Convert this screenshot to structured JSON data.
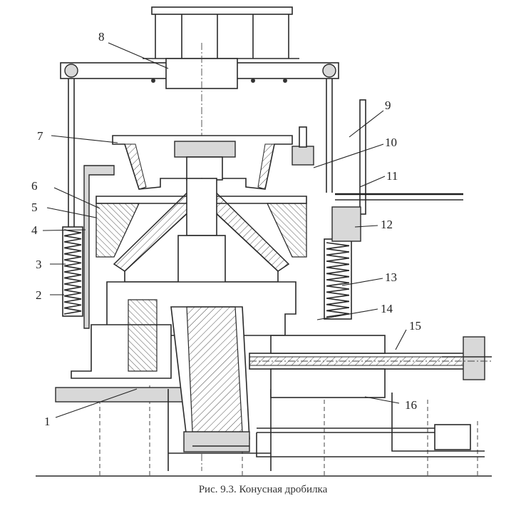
{
  "figure": {
    "caption": "Рис. 9.3. Конусная дробилка",
    "callouts": [
      {
        "id": "1",
        "label": "1"
      },
      {
        "id": "2",
        "label": "2"
      },
      {
        "id": "3",
        "label": "3"
      },
      {
        "id": "4",
        "label": "4"
      },
      {
        "id": "5",
        "label": "5"
      },
      {
        "id": "6",
        "label": "6"
      },
      {
        "id": "7",
        "label": "7"
      },
      {
        "id": "8",
        "label": "8"
      },
      {
        "id": "9",
        "label": "9"
      },
      {
        "id": "10",
        "label": "10"
      },
      {
        "id": "11",
        "label": "11"
      },
      {
        "id": "12",
        "label": "12"
      },
      {
        "id": "13",
        "label": "13"
      },
      {
        "id": "14",
        "label": "14"
      },
      {
        "id": "15",
        "label": "15"
      },
      {
        "id": "16",
        "label": "16"
      }
    ]
  }
}
